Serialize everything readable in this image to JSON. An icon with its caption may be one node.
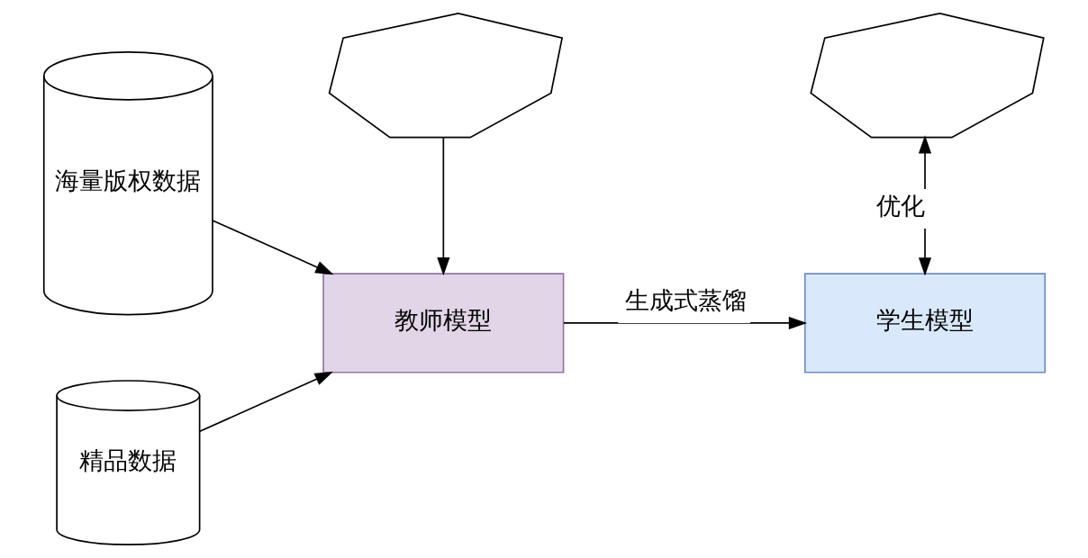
{
  "diagram": {
    "nodes": [
      {
        "text": [
          "海量版权数据"
        ]
      },
      {
        "text": [
          "精品数据"
        ]
      },
      {
        "text": [
          "教师模型"
        ]
      },
      {
        "text": [
          "学生模型"
        ]
      },
      {
        "text": [],
        "shape": "cloud"
      },
      {
        "text": [],
        "shape": "cloud"
      }
    ],
    "edges": [
      {
        "from": 0,
        "to": 2,
        "arrow": "to"
      },
      {
        "from": 1,
        "to": 2,
        "arrow": "to"
      },
      {
        "from": 4,
        "to": 2,
        "arrow": "to"
      },
      {
        "from": 2,
        "to": 3,
        "arrow": "to",
        "label": "生成式蒸馏"
      },
      {
        "from": 3,
        "to": 5,
        "arrow": "both",
        "label": "优化"
      }
    ]
  }
}
